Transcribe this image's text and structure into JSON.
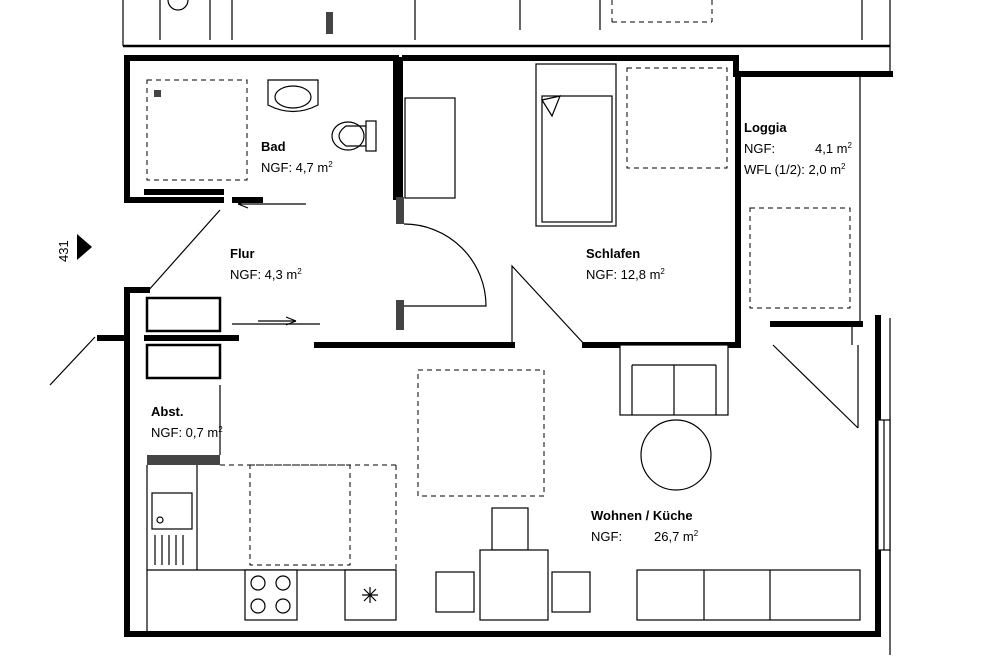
{
  "plan": {
    "section_number": "431",
    "rooms": {
      "bad": {
        "name": "Bad",
        "area_label": "NGF: 4,7 m",
        "unit_sup": "2"
      },
      "flur": {
        "name": "Flur",
        "area_label": "NGF: 4,3 m",
        "unit_sup": "2"
      },
      "schlafen": {
        "name": "Schlafen",
        "area_label": "NGF: 12,8 m",
        "unit_sup": "2"
      },
      "loggia": {
        "name": "Loggia",
        "ngf_label": "NGF:",
        "ngf_value": "4,1 m",
        "ngf_sup": "2",
        "wfl_label": "WFL (1/2): 2,0 m",
        "wfl_sup": "2"
      },
      "abst": {
        "name": "Abst.",
        "area_label": "NGF: 0,7 m",
        "unit_sup": "2"
      },
      "wohnen": {
        "name": "Wohnen / Küche",
        "ngf_label": "NGF:",
        "ngf_value": "26,7 m",
        "ngf_sup": "2"
      }
    }
  }
}
